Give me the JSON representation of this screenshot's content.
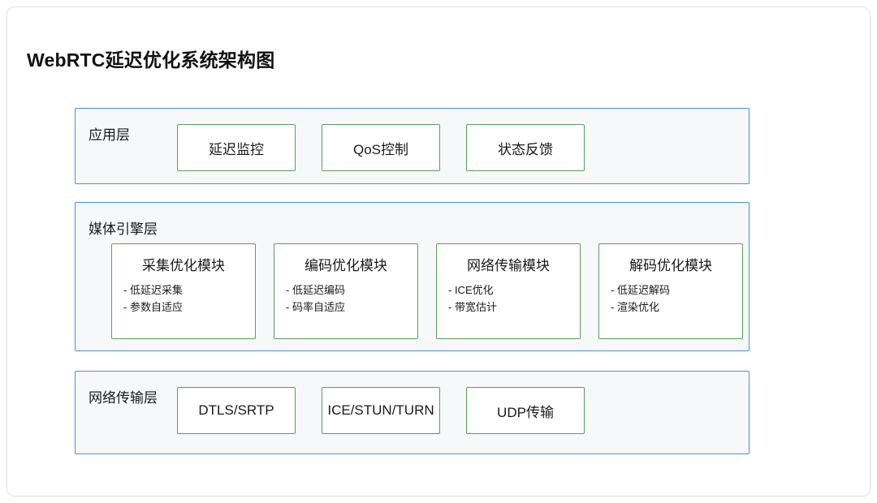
{
  "page": {
    "title": "WebRTC延迟优化系统架构图"
  },
  "colors": {
    "layer_border": "#4a90d9",
    "layer_background": "#f7f8f9",
    "box_border": "#57a05a",
    "box_background": "#ffffff",
    "text": "#1a1a1a",
    "card_border": "#e6e6e6"
  },
  "layers": [
    {
      "id": "application-layer",
      "label": "应用层",
      "boxes": [
        {
          "label": "延迟监控"
        },
        {
          "label": "QoS控制"
        },
        {
          "label": "状态反馈"
        }
      ]
    },
    {
      "id": "media-engine-layer",
      "label": "媒体引擎层",
      "modules": [
        {
          "title": "采集优化模块",
          "items": [
            "- 低延迟采集",
            "- 参数自适应"
          ]
        },
        {
          "title": "编码优化模块",
          "items": [
            "- 低延迟编码",
            "- 码率自适应"
          ]
        },
        {
          "title": "网络传输模块",
          "items": [
            "- ICE优化",
            "- 带宽估计"
          ]
        },
        {
          "title": "解码优化模块",
          "items": [
            "- 低延迟解码",
            "- 渲染优化"
          ]
        }
      ]
    },
    {
      "id": "network-transport-layer",
      "label": "网络传输层",
      "boxes": [
        {
          "label": "DTLS/SRTP"
        },
        {
          "label": "ICE/STUN/TURN"
        },
        {
          "label": "UDP传输"
        }
      ]
    }
  ]
}
